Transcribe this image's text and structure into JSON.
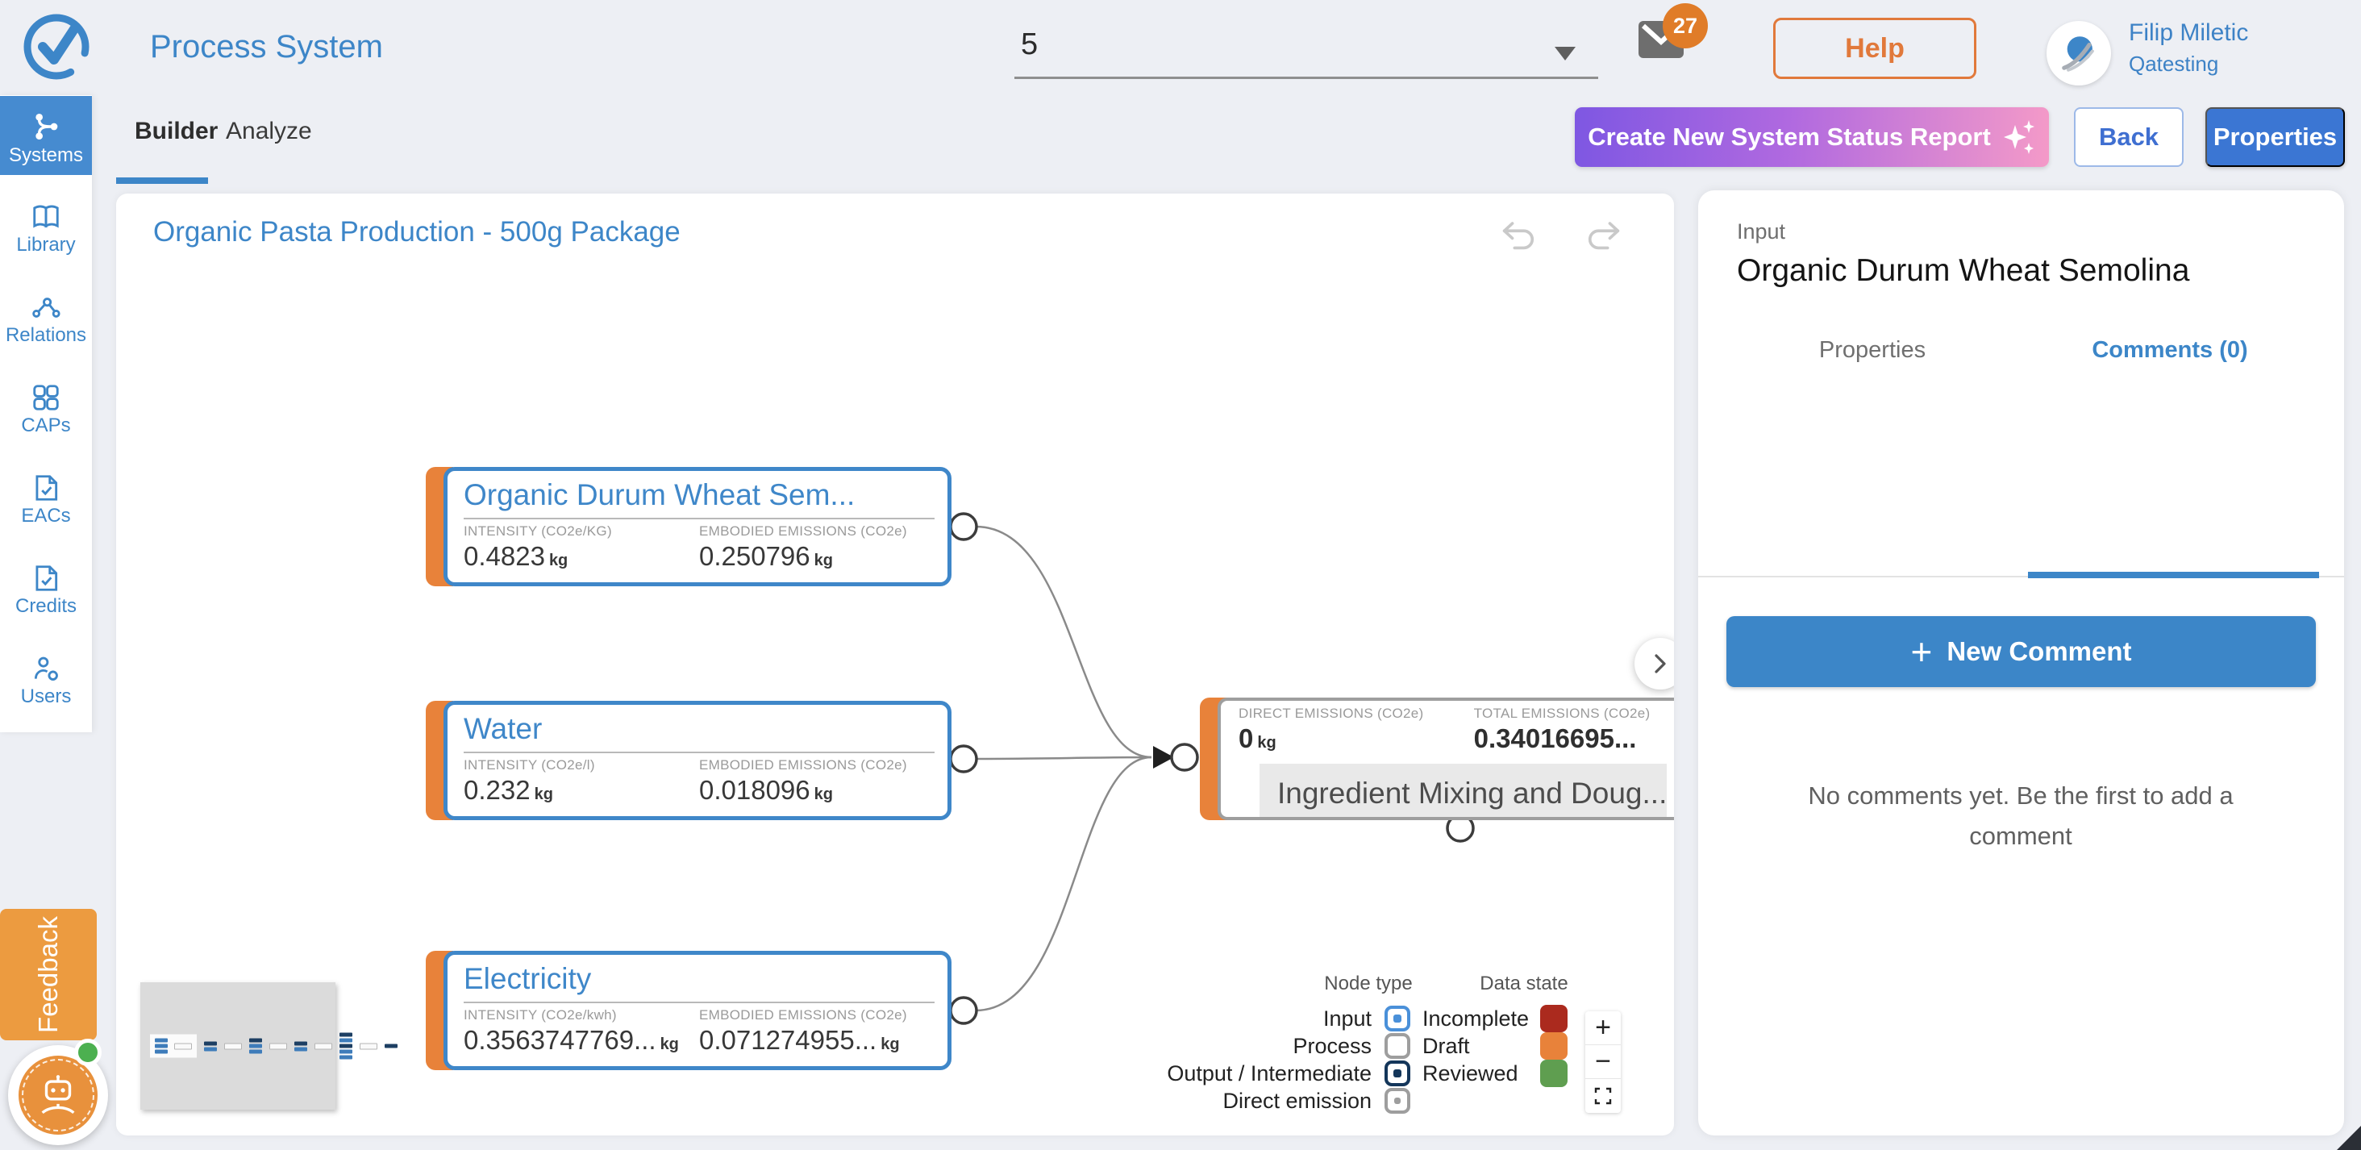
{
  "header": {
    "app_title": "Process System",
    "system_select": {
      "value": "5"
    },
    "mail_badge": "27",
    "help_label": "Help",
    "user": {
      "name": "Filip Miletic",
      "org": "Qatesting"
    }
  },
  "sidebar": {
    "items": [
      {
        "label": "Systems",
        "icon": "systems-icon",
        "active": true
      },
      {
        "label": "Library",
        "icon": "library-icon",
        "active": false
      },
      {
        "label": "Relations",
        "icon": "relations-icon",
        "active": false
      },
      {
        "label": "CAPs",
        "icon": "caps-icon",
        "active": false
      },
      {
        "label": "EACs",
        "icon": "eacs-icon",
        "active": false
      },
      {
        "label": "Credits",
        "icon": "credits-icon",
        "active": false
      },
      {
        "label": "Users",
        "icon": "users-icon",
        "active": false
      }
    ],
    "feedback_label": "Feedback"
  },
  "toolbar": {
    "tabs": [
      {
        "label": "Builder",
        "active": true
      },
      {
        "label": "Analyze",
        "active": false
      }
    ],
    "create_report_label": "Create New System Status Report",
    "back_label": "Back",
    "properties_label": "Properties"
  },
  "canvas": {
    "title": "Organic Pasta Production - 500g Package",
    "nodes": {
      "inputs": [
        {
          "type": "Input",
          "state": "Draft",
          "title": "Organic Durum Wheat Sem...",
          "fields": [
            {
              "label": "INTENSITY (CO2e/KG)",
              "value": "0.4823",
              "unit": "kg"
            },
            {
              "label": "EMBODIED EMISSIONS (CO2e)",
              "value": "0.250796",
              "unit": "kg"
            }
          ]
        },
        {
          "type": "Input",
          "state": "Draft",
          "title": "Water",
          "fields": [
            {
              "label": "INTENSITY (CO2e/l)",
              "value": "0.232",
              "unit": "kg"
            },
            {
              "label": "EMBODIED EMISSIONS (CO2e)",
              "value": "0.018096",
              "unit": "kg"
            }
          ]
        },
        {
          "type": "Input",
          "state": "Draft",
          "title": "Electricity",
          "fields": [
            {
              "label": "INTENSITY (CO2e/kwh)",
              "value": "0.3563747769...",
              "unit": "kg"
            },
            {
              "label": "EMBODIED EMISSIONS (CO2e)",
              "value": "0.071274955...",
              "unit": "kg"
            }
          ]
        }
      ],
      "process": {
        "type": "Process",
        "state": "Draft",
        "title": "Ingredient Mixing and Doug...",
        "fields": [
          {
            "label": "DIRECT EMISSIONS (CO2e)",
            "value": "0",
            "unit": "kg"
          },
          {
            "label": "TOTAL EMISSIONS (CO2e)",
            "value": "0.34016695...",
            "unit": ""
          }
        ]
      }
    },
    "legend": {
      "node_type": {
        "title": "Node type",
        "items": [
          {
            "label": "Input",
            "border": "#4a90d9",
            "dot": "#4a90d9"
          },
          {
            "label": "Process",
            "border": "#9e9e9e",
            "dot": null
          },
          {
            "label": "Output / Intermediate",
            "border": "#14365a",
            "dot": "#14365a"
          },
          {
            "label": "Direct emission",
            "border": "#9e9e9e",
            "dot": "#9e9e9e"
          }
        ]
      },
      "data_state": {
        "title": "Data state",
        "items": [
          {
            "label": "Incomplete",
            "color": "#ab2a1e"
          },
          {
            "label": "Draft",
            "color": "#e8823a"
          },
          {
            "label": "Reviewed",
            "color": "#5f9e50"
          }
        ]
      }
    },
    "zoom_controls": {
      "zoom_in": "+",
      "zoom_out": "−"
    }
  },
  "panel": {
    "node_type_label": "Input",
    "title": "Organic Durum Wheat Semolina",
    "tabs": [
      {
        "label": "Properties",
        "active": false
      },
      {
        "label": "Comments (0)",
        "active": true
      }
    ],
    "new_comment_label": "New Comment",
    "empty_text": "No comments yet. Be the first to add a comment"
  },
  "colors": {
    "brand_blue": "#3d86c8",
    "action_blue": "#3b76d3",
    "accent_orange": "#e8823a",
    "help_orange": "#e1793b",
    "badge_orange": "#e07c28",
    "feedback_orange": "#ec9b40",
    "gradient_start": "#7e57e2",
    "gradient_end": "#f49ac8",
    "online_green": "#4cb050"
  }
}
